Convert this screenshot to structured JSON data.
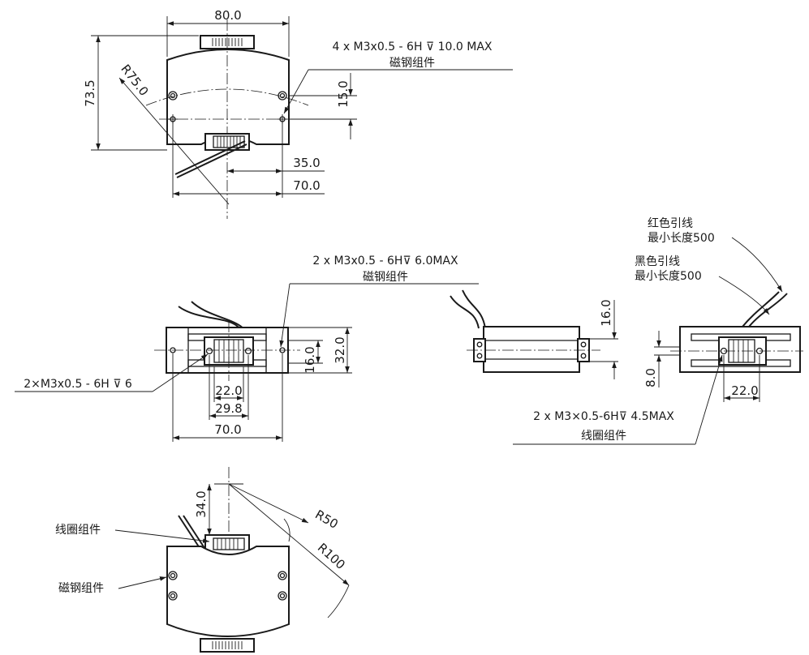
{
  "top_view": {
    "dim_width": "80.0",
    "dim_height": "73.5",
    "dim_radius": "R75.0",
    "dim_hole_height": "15.0",
    "dim_35": "35.0",
    "dim_70": "70.0",
    "thread_note": "4 x M3x0.5 - 6H ⊽ 10.0 MAX",
    "thread_sub": "磁钢组件"
  },
  "front_view": {
    "thread_note": "2 x M3x0.5 - 6H⊽ 6.0MAX",
    "thread_sub": "磁钢组件",
    "left_note": "2×M3x0.5 - 6H ⊽ 6",
    "dim_22": "22.0",
    "dim_29": "29.8",
    "dim_70": "70.0",
    "dim_16": "16.0",
    "dim_32": "32.0"
  },
  "side_view": {
    "dim_16": "16.0"
  },
  "right_view": {
    "red_lead_1": "红色引线",
    "red_lead_2": "最小长度500",
    "black_lead_1": "黑色引线",
    "black_lead_2": "最小长度500",
    "dim_8": "8.0",
    "dim_22": "22.0",
    "thread_note": "2 x M3×0.5-6H⊽ 4.5MAX",
    "thread_sub": "线圈组件"
  },
  "iso_view": {
    "dim_34": "34.0",
    "dim_r50": "R50",
    "dim_r100": "R100",
    "coil_label": "线圈组件",
    "magnet_label": "磁钢组件"
  }
}
